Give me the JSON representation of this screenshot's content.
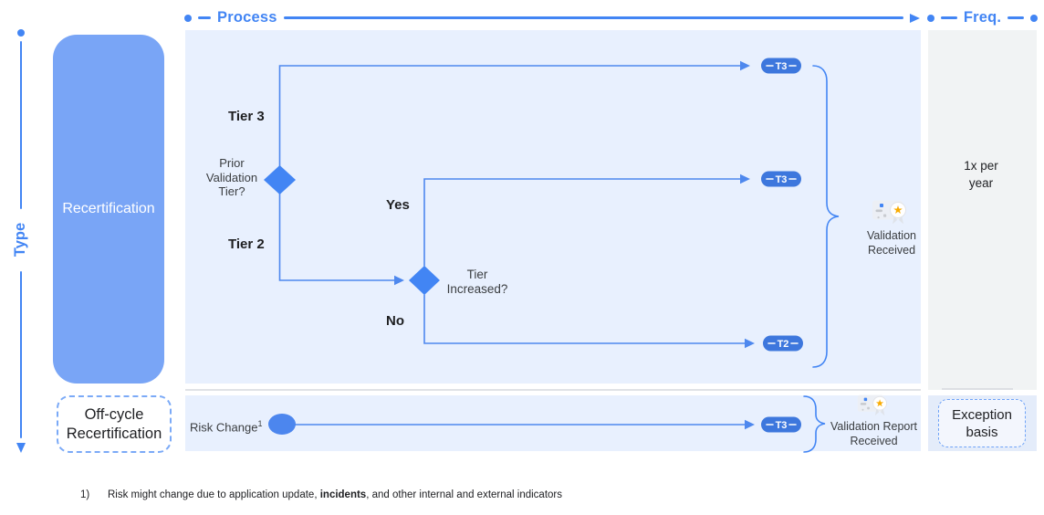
{
  "axes": {
    "process": "Process",
    "freq": "Freq.",
    "type": "Type"
  },
  "lanes": {
    "recertification": "Recertification",
    "off_cycle": "Off-cycle Recertification"
  },
  "flow": {
    "tier3": "Tier 3",
    "tier2": "Tier 2",
    "prior_tier_question": "Prior Validation Tier?",
    "yes": "Yes",
    "no": "No",
    "tier_increased_question": "Tier Increased?",
    "risk_change": "Risk Change",
    "risk_change_ref": "1",
    "badges": {
      "top": "T3",
      "middle": "T3",
      "bottom": "T2",
      "off_cycle": "T3"
    },
    "validation_received": "Validation Received",
    "validation_report_received": "Validation Report Received"
  },
  "frequency": {
    "recertification": "1x per year",
    "off_cycle": "Exception basis"
  },
  "footnote": {
    "marker": "1)",
    "text_before": "Risk might change due to application update, ",
    "text_bold": "incidents",
    "text_after": ", and other internal and external indicators"
  },
  "colors": {
    "accent_blue": "#4285F4",
    "connector_blue": "#4E88EE",
    "lane_fill_blue": "#79A5F6",
    "badge_fill_blue": "#3D77DD",
    "process_bg": "#E8F0FE",
    "freq_bg": "#F1F3F4",
    "freq_bottom_bg": "#E4ECFA",
    "star_yellow": "#F9AB00"
  },
  "icons": {
    "validation_mid": "award-certificate-icon",
    "validation_bottom": "award-certificate-icon"
  }
}
